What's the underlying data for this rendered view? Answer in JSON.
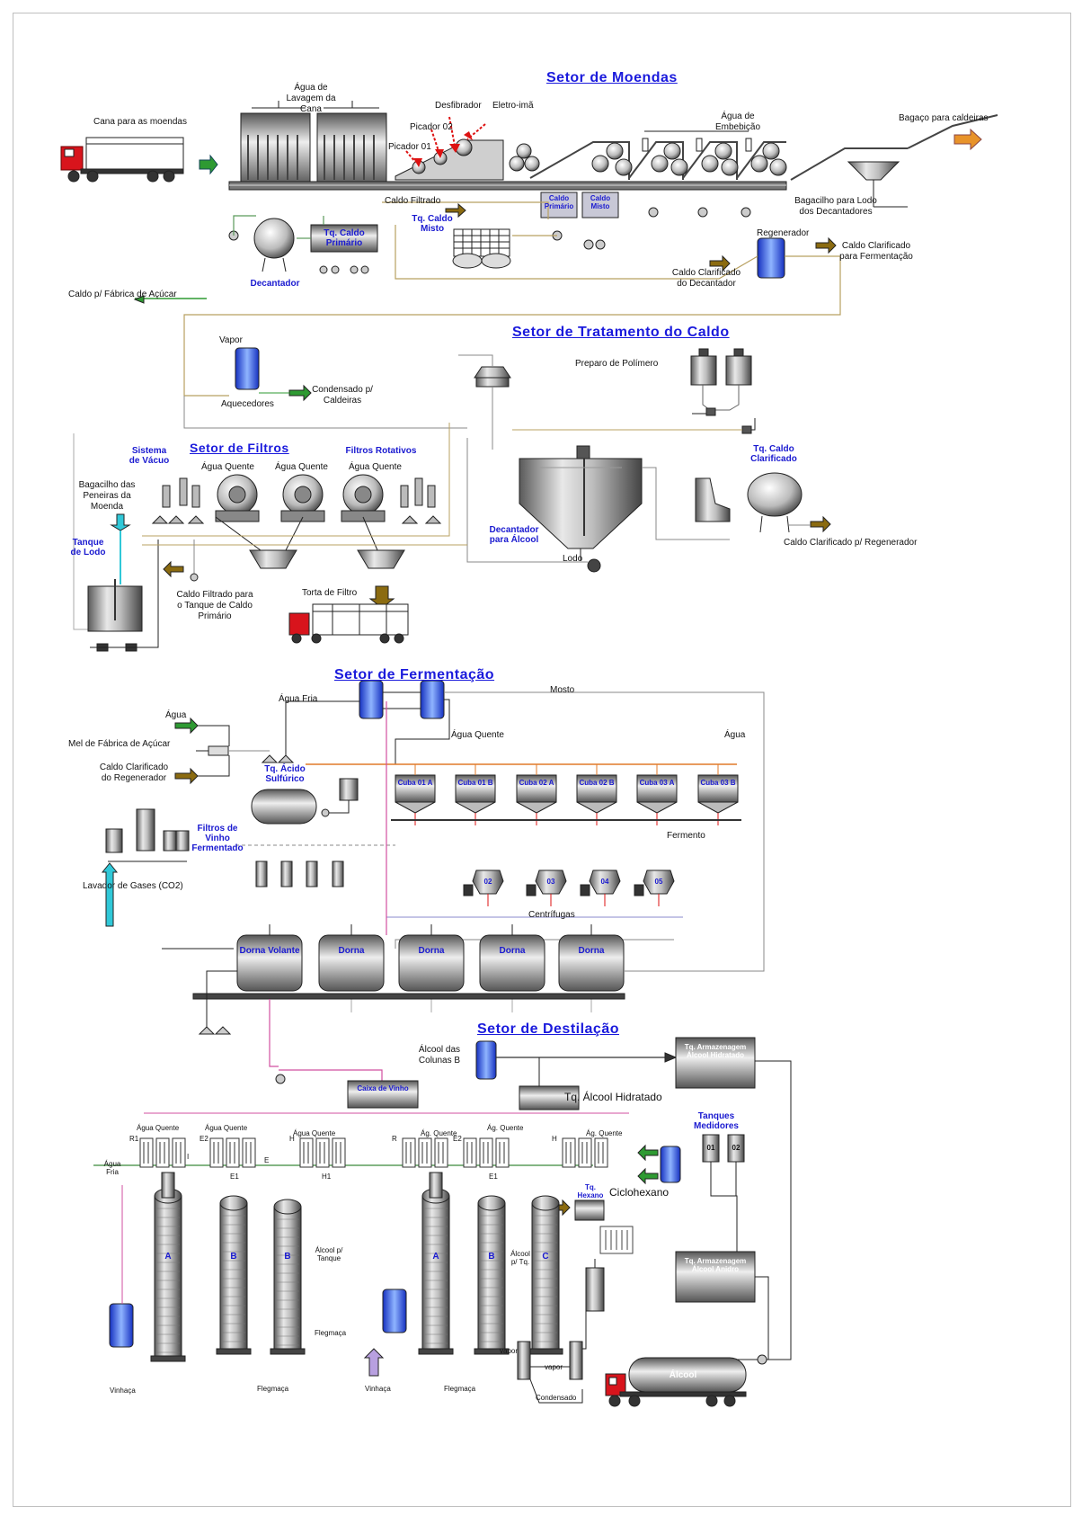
{
  "sections": {
    "moendas": "Setor de Moendas",
    "tratamento": "Setor de Tratamento do Caldo",
    "filtros": "Setor de Filtros",
    "fermentacao": "Setor de Fermentação",
    "destilacao": "Setor de Destilação"
  },
  "moendas": {
    "cana": "Cana para as moendas",
    "agua_lavagem": "Água de Lavagem da Cana",
    "desfibrador": "Desfibrador",
    "eletroima": "Eletro-imã",
    "picador2": "Picador 02",
    "picador1": "Picador 01",
    "agua_embebicao": "Água de Embebição",
    "bagaco": "Bagaço para caldeiras",
    "caldo_filtrado": "Caldo Filtrado",
    "caldo_primario": "Caldo Primário",
    "caldo_misto": "Caldo Misto",
    "bagacilho": "Bagacilho para Lodo dos Decantadores",
    "tq_caldo_primario": "Tq. Caldo Primário",
    "tq_caldo_misto": "Tq. Caldo Misto",
    "decantador": "Decantador",
    "regenerador": "Regenerador",
    "caldo_clar_ferm": "Caldo Clarificado para Fermentação",
    "caldo_clar_dec": "Caldo Clarificado do Decantador",
    "caldo_acucar": "Caldo p/ Fábrica de Açúcar"
  },
  "tratamento": {
    "vapor": "Vapor",
    "aquecedores": "Aquecedores",
    "condensado": "Condensado p/ Caldeiras",
    "polimero": "Preparo de Polímero",
    "tq_clarificado": "Tq. Caldo Clarificado",
    "decantador_alcool": "Decantador para Álcool",
    "lodo": "Lodo",
    "caldo_regenerador": "Caldo Clarificado p/ Regenerador"
  },
  "filtros": {
    "sistema_vacuo": "Sistema de Vácuo",
    "filtros_rotativos": "Filtros Rotativos",
    "agua_quente": "Água Quente",
    "bagacilho_peneiras": "Bagacilho das Peneiras da Moenda",
    "tanque_lodo": "Tanque de Lodo",
    "caldo_filtrado_tanque": "Caldo Filtrado para o Tanque de Caldo Primário",
    "torta": "Torta de Filtro"
  },
  "fermentacao": {
    "agua": "Água",
    "agua_fria": "Água Fria",
    "mosto": "Mosto",
    "agua_quente": "Água Quente",
    "mel": "Mel de Fábrica de Açúcar",
    "caldo_clar_reg": "Caldo Clarificado do Regenerador",
    "tq_acido": "Tq. Ácido Sulfúrico",
    "cubas": [
      "Cuba 01 A",
      "Cuba 01 B",
      "Cuba 02 A",
      "Cuba 02 B",
      "Cuba 03 A",
      "Cuba 03 B"
    ],
    "fermento": "Fermento",
    "filtros_vinho": "Filtros de Vinho Fermentado",
    "lavador": "Lavador de Gases (CO2)",
    "centrifugas": [
      "02",
      "03",
      "04",
      "05"
    ],
    "centrifugas_label": "Centrífugas",
    "dornas": [
      "Dorna Volante",
      "Dorna",
      "Dorna",
      "Dorna",
      "Dorna"
    ]
  },
  "destilacao": {
    "alcool_colunas": "Álcool das Colunas B",
    "tq_hidratado_armaz": "Tq. Armazenagem Álcool Hidratado",
    "caixa_vinho": "Caixa de Vinho",
    "tq_hidratado": "Tq. Álcool Hidratado",
    "tanques_medidores": "Tanques Medidores",
    "medidores": [
      "01",
      "02"
    ],
    "agua_quente": "Água Quente",
    "ag_quente": "Ág. Quente",
    "agua_fria": "Água Fria",
    "tq_hexano": "Tq. Hexano",
    "ciclohexano": "Ciclohexano",
    "alcool_tanque": "Álcool p/ Tanque",
    "alcool_tq": "Álcool p/ Tq.",
    "flegmaca": "Flegmaça",
    "vinhaca": "Vinhaça",
    "vapor": "vapor",
    "condensado": "Condensado",
    "tq_anidro": "Tq. Armazenagem Álcool Anidro",
    "alcool": "Álcool",
    "colA": "A",
    "colB": "B",
    "colC": "C",
    "r1": "R1",
    "e2": "E2",
    "e1": "E1",
    "e": "E",
    "h": "H",
    "h1": "H1",
    "i": "I",
    "r": "R"
  }
}
